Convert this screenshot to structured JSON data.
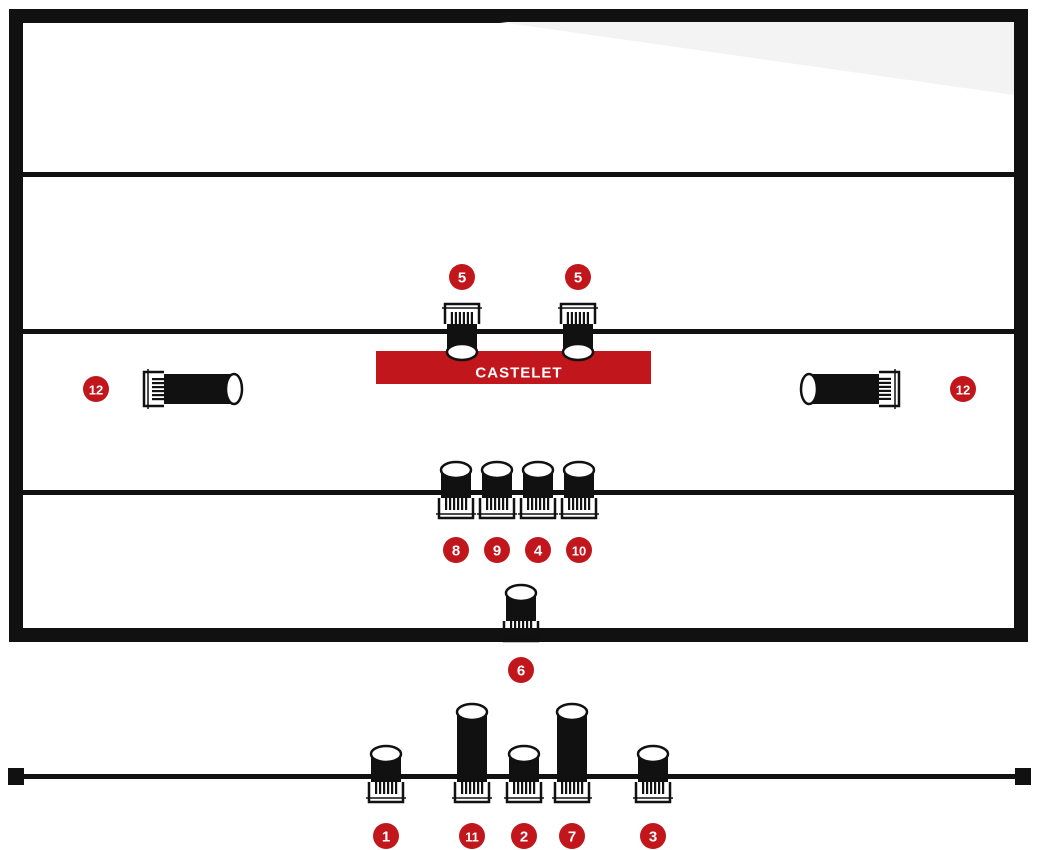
{
  "castelet": {
    "label": "CASTELET"
  },
  "colors": {
    "frame": "#111111",
    "accent": "#c0161c",
    "background": "#ffffff"
  },
  "fixtures": [
    {
      "id": "f5a",
      "label": "5",
      "kind": "spot-short",
      "orientation": "down"
    },
    {
      "id": "f5b",
      "label": "5",
      "kind": "spot-short",
      "orientation": "down"
    },
    {
      "id": "f12a",
      "label": "12",
      "kind": "spot-long",
      "orientation": "right"
    },
    {
      "id": "f12b",
      "label": "12",
      "kind": "spot-long",
      "orientation": "left"
    },
    {
      "id": "f8",
      "label": "8",
      "kind": "spot-short",
      "orientation": "up"
    },
    {
      "id": "f9",
      "label": "9",
      "kind": "spot-short",
      "orientation": "up"
    },
    {
      "id": "f4",
      "label": "4",
      "kind": "spot-short",
      "orientation": "up"
    },
    {
      "id": "f10",
      "label": "10",
      "kind": "spot-short",
      "orientation": "up"
    },
    {
      "id": "f6",
      "label": "6",
      "kind": "spot-short",
      "orientation": "up"
    },
    {
      "id": "f1",
      "label": "1",
      "kind": "spot-short",
      "orientation": "up"
    },
    {
      "id": "f11",
      "label": "11",
      "kind": "spot-long",
      "orientation": "up"
    },
    {
      "id": "f2",
      "label": "2",
      "kind": "spot-short",
      "orientation": "up"
    },
    {
      "id": "f7",
      "label": "7",
      "kind": "spot-long",
      "orientation": "up"
    },
    {
      "id": "f3",
      "label": "3",
      "kind": "spot-short",
      "orientation": "up"
    }
  ]
}
